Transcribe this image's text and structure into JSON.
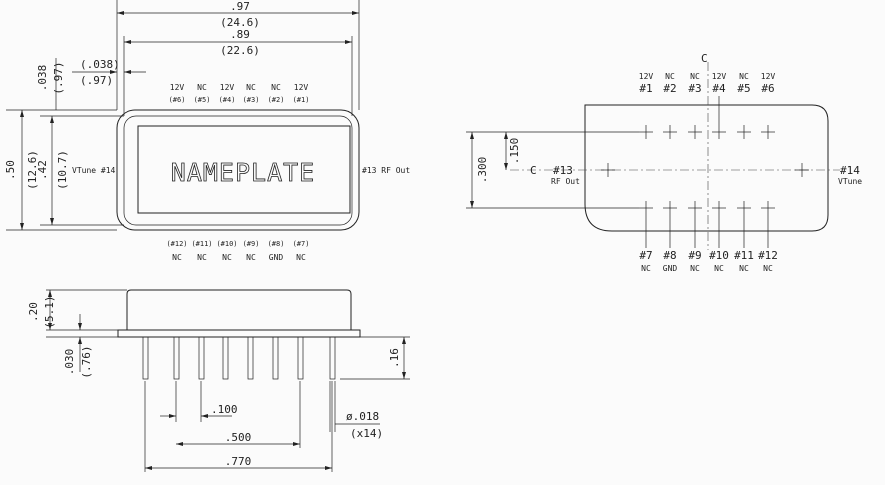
{
  "top_view": {
    "nameplate": "NAMEPLATE",
    "width_outer": ".97",
    "width_outer_mm": "(24.6)",
    "width_inner": ".89",
    "width_inner_mm": "(22.6)",
    "offset_in": ".038",
    "offset_in_paren": "(.038)",
    "offset_mm": "(.97)",
    "height_outer": ".50",
    "height_outer_mm": "(12.6)",
    "height_inner": ".42",
    "height_inner_mm": "(10.7)",
    "vtune_label": "VTune #14",
    "rf_label": "#13 RF Out",
    "top_pins": [
      {
        "func": "12V",
        "num": "(#6)"
      },
      {
        "func": "NC",
        "num": "(#5)"
      },
      {
        "func": "12V",
        "num": "(#4)"
      },
      {
        "func": "NC",
        "num": "(#3)"
      },
      {
        "func": "NC",
        "num": "(#2)"
      },
      {
        "func": "12V",
        "num": "(#1)"
      }
    ],
    "bottom_pins": [
      {
        "num": "(#12)",
        "func": "NC"
      },
      {
        "num": "(#11)",
        "func": "NC"
      },
      {
        "num": "(#10)",
        "func": "NC"
      },
      {
        "num": "(#9)",
        "func": "NC"
      },
      {
        "num": "(#8)",
        "func": "GND"
      },
      {
        "num": "(#7)",
        "func": "NC"
      }
    ]
  },
  "side_view": {
    "body_height": ".20",
    "body_height_mm": "(5.1)",
    "flange": ".030",
    "flange_mm": "(.76)",
    "pin_length": ".16",
    "pin_pitch": ".100",
    "pin_span_5": ".500",
    "pin_span_total": ".770",
    "pin_dia": "ø.018",
    "pin_count": "(x14)"
  },
  "footprint": {
    "centerline": "C",
    "row_spacing": ".300",
    "half_spacing": ".150",
    "top_pins": [
      {
        "func": "12V",
        "num": "#1"
      },
      {
        "func": "NC",
        "num": "#2"
      },
      {
        "func": "NC",
        "num": "#3"
      },
      {
        "func": "12V",
        "num": "#4"
      },
      {
        "func": "NC",
        "num": "#5"
      },
      {
        "func": "12V",
        "num": "#6"
      }
    ],
    "bottom_pins": [
      {
        "num": "#7",
        "func": "NC"
      },
      {
        "num": "#8",
        "func": "GND"
      },
      {
        "num": "#9",
        "func": "NC"
      },
      {
        "num": "#10",
        "func": "NC"
      },
      {
        "num": "#11",
        "func": "NC"
      },
      {
        "num": "#12",
        "func": "NC"
      }
    ],
    "pin13_num": "#13",
    "pin13_func": "RF Out",
    "pin14_num": "#14",
    "pin14_func": "VTune"
  }
}
